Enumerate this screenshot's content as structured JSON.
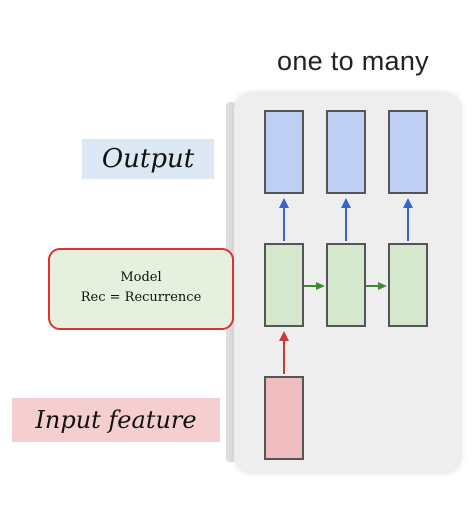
{
  "diagram": {
    "title": "one to many",
    "labels": {
      "output": "Output",
      "input": "Input feature",
      "model_line1": "Model",
      "model_line2": "Rec = Recurrence"
    },
    "colors": {
      "output_box": "#bfcff3",
      "hidden_box": "#d5e8cd",
      "input_box": "#efbcbf",
      "output_label_bg": "#dde8f5",
      "input_label_bg": "#f5cfd0",
      "model_box_bg": "#e5f0de",
      "model_box_border": "#e03030",
      "arrow_up_blue": "#3a64c8",
      "arrow_right_green": "#3f8a32",
      "arrow_up_red": "#c83a3a",
      "panel_bg": "#eeeeee"
    }
  }
}
